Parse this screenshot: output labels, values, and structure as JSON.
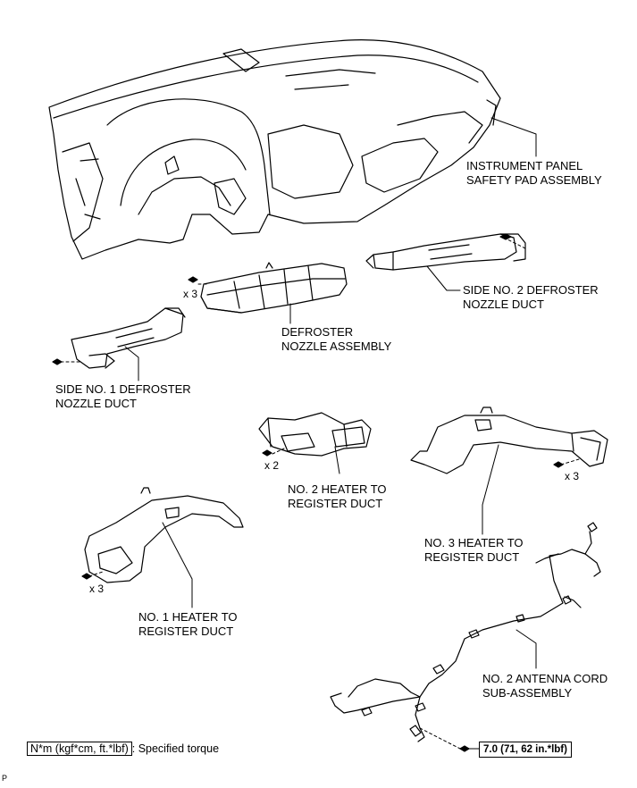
{
  "labels": {
    "instrument_panel": [
      "INSTRUMENT PANEL",
      "SAFETY PAD ASSEMBLY"
    ],
    "side_no2_defroster": [
      "SIDE NO. 2 DEFROSTER",
      "NOZZLE DUCT"
    ],
    "defroster_nozzle": [
      "DEFROSTER",
      "NOZZLE ASSEMBLY"
    ],
    "side_no1_defroster": [
      "SIDE NO. 1 DEFROSTER",
      "NOZZLE DUCT"
    ],
    "no2_heater": [
      "NO. 2 HEATER TO",
      "REGISTER DUCT"
    ],
    "no3_heater": [
      "NO. 3 HEATER TO",
      "REGISTER DUCT"
    ],
    "no1_heater": [
      "NO. 1 HEATER TO",
      "REGISTER DUCT"
    ],
    "no2_antenna": [
      "NO. 2 ANTENNA CORD",
      "SUB-ASSEMBLY"
    ]
  },
  "multipliers": {
    "defroster_nozzle": "x 3",
    "no2_heater": "x 2",
    "no3_heater": "x 3",
    "no1_heater": "x 3"
  },
  "legend": {
    "unit_box": "N*m (kgf*cm, ft.*lbf)",
    "text": ": Specified torque"
  },
  "torque": "7.0 (71, 62 in.*lbf)",
  "code": "P"
}
